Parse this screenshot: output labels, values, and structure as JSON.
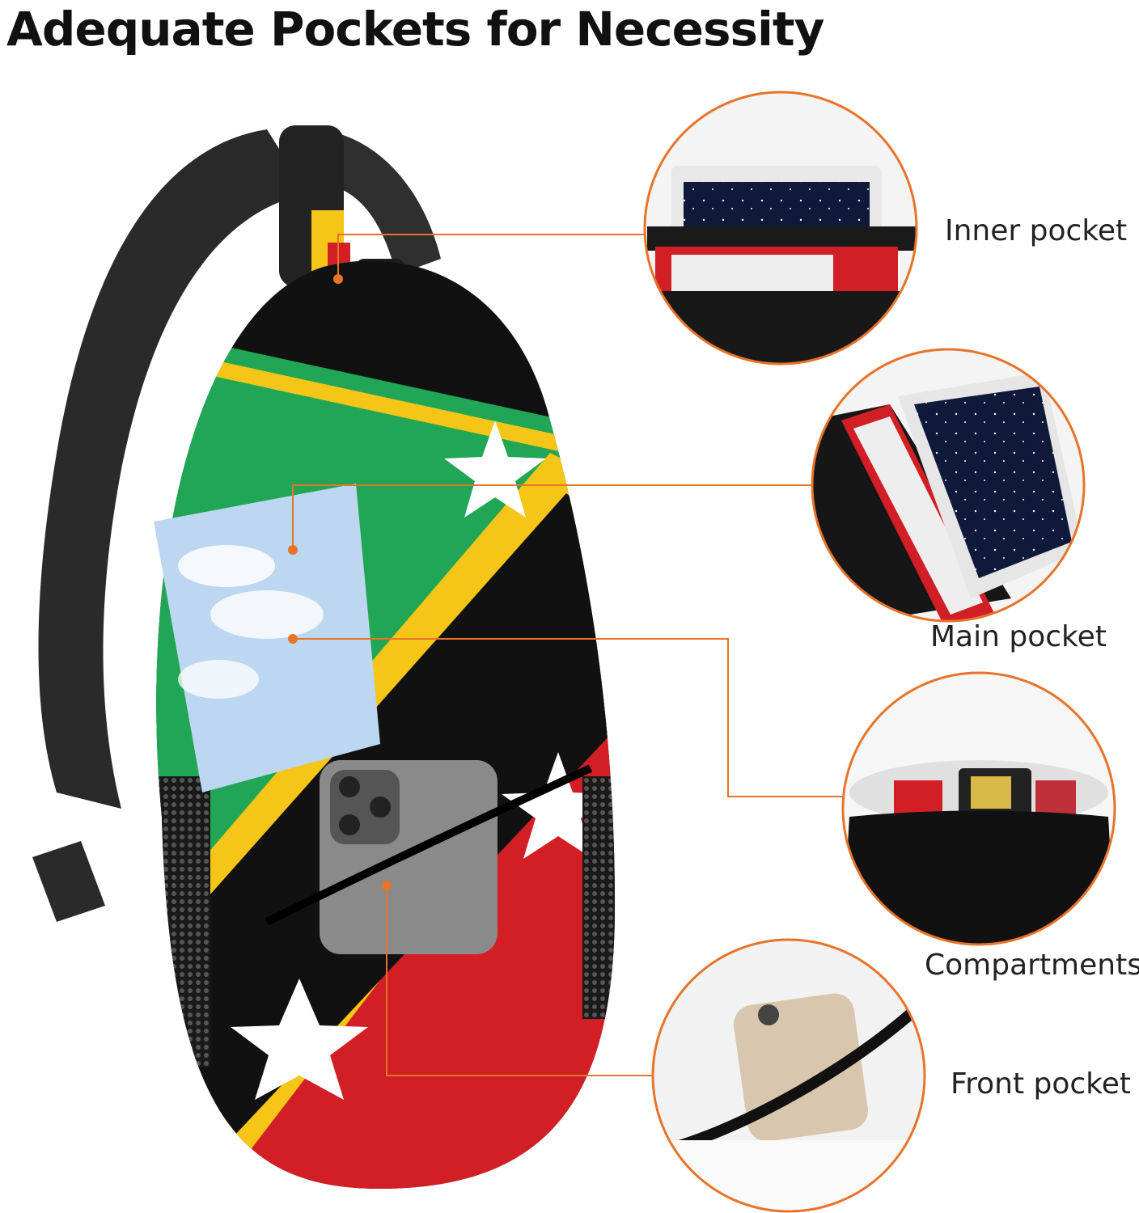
{
  "headline": "Adequate Pockets for Necessity",
  "accent_color": "#e8732a",
  "flag_colors": {
    "green": "#21a655",
    "yellow": "#f5c518",
    "black": "#111111",
    "red": "#d21f26",
    "star": "#ffffff"
  },
  "callouts": [
    {
      "label": "Inner pocket",
      "icon": "tablet-in-inner-pocket-photo"
    },
    {
      "label": "Main pocket",
      "icon": "tablet-and-book-in-main-pocket-photo"
    },
    {
      "label": "Compartments",
      "icon": "cards-in-compartment-photo"
    },
    {
      "label": "Front pocket",
      "icon": "phone-in-front-pocket-photo"
    }
  ]
}
